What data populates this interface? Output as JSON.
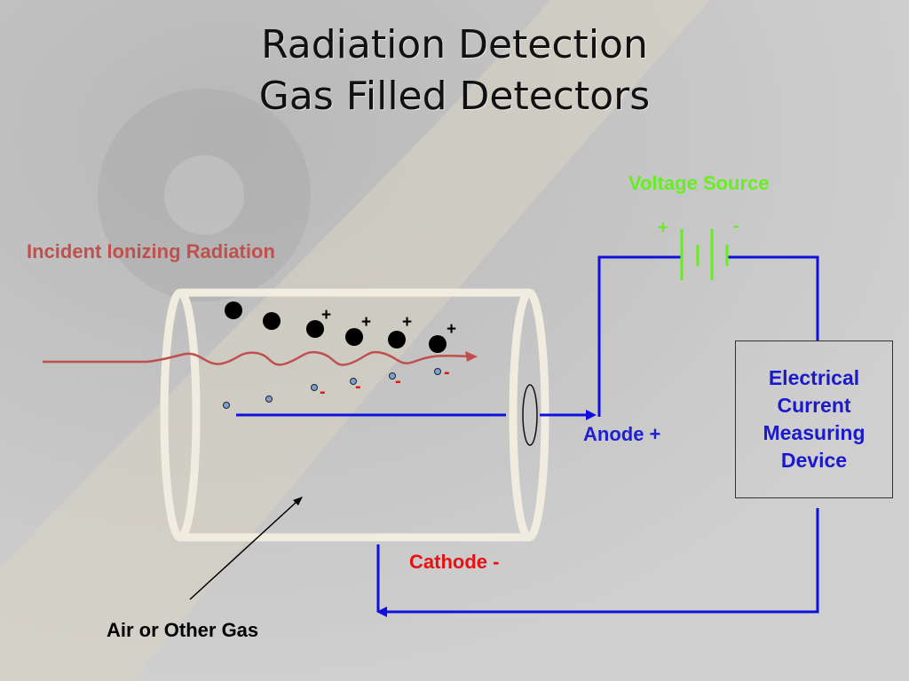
{
  "title": {
    "line1": "Radiation Detection",
    "line2": "Gas Filled Detectors"
  },
  "labels": {
    "voltage_source": "Voltage Source",
    "battery_plus": "+",
    "battery_minus": "-",
    "incident_radiation": "Incident Ionizing Radiation",
    "anode": "Anode +",
    "cathode": "Cathode -",
    "gas": "Air or Other Gas",
    "device": "Electrical\nCurrent\nMeasuring\nDevice"
  },
  "ion_labels": {
    "positive": "+",
    "negative": "-"
  },
  "colors": {
    "wire": "#1010dd",
    "radiation": "#c0504d",
    "cylinder": "#f0ede0",
    "battery": "#66ee22",
    "electron": "#7aa0d8",
    "ion": "#000000"
  }
}
